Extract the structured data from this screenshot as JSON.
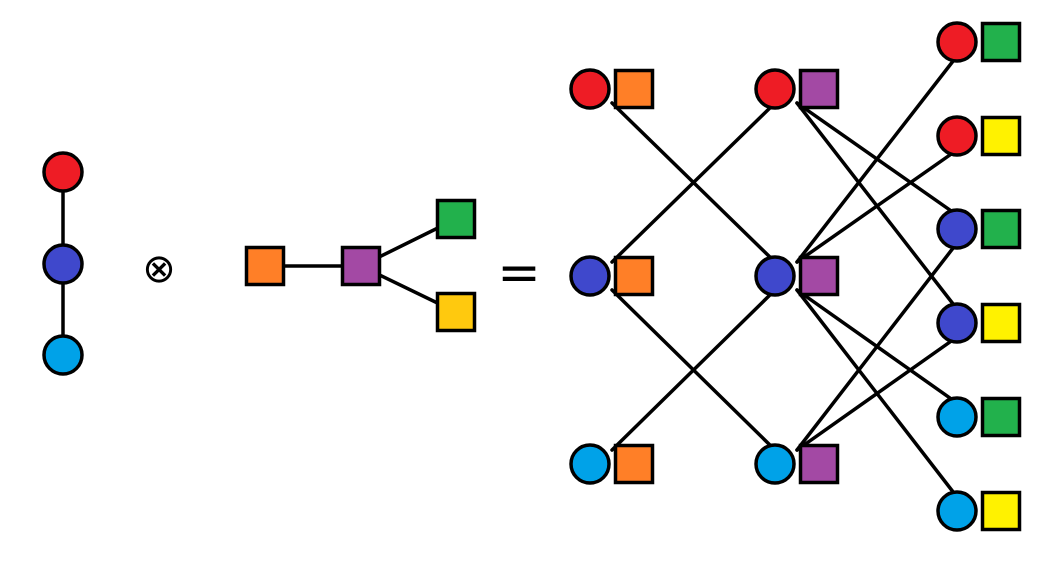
{
  "operator_tensor": "⊗",
  "operator_equals": "=",
  "colors": {
    "red": "#ee1c25",
    "blue": "#3f48cc",
    "cyan": "#00a2e8",
    "orange": "#ff7f27",
    "purple": "#a349a4",
    "green": "#22b14c",
    "gold": "#ffc90e",
    "yellow": "#fff200",
    "edge": "#000000"
  },
  "graph_a": {
    "nodes": [
      {
        "id": "a1",
        "shape": "circle",
        "color": "red"
      },
      {
        "id": "a2",
        "shape": "circle",
        "color": "blue"
      },
      {
        "id": "a3",
        "shape": "circle",
        "color": "cyan"
      }
    ],
    "edges": [
      [
        "a1",
        "a2"
      ],
      [
        "a2",
        "a3"
      ]
    ]
  },
  "graph_b": {
    "nodes": [
      {
        "id": "b1",
        "shape": "square",
        "color": "orange"
      },
      {
        "id": "b2",
        "shape": "square",
        "color": "purple"
      },
      {
        "id": "b3",
        "shape": "square",
        "color": "green"
      },
      {
        "id": "b4",
        "shape": "square",
        "color": "gold"
      }
    ],
    "edges": [
      [
        "b1",
        "b2"
      ],
      [
        "b2",
        "b3"
      ],
      [
        "b2",
        "b4"
      ]
    ]
  },
  "product": {
    "nodes": [
      {
        "id": "p_red_orange",
        "circle": "red",
        "square": "orange"
      },
      {
        "id": "p_blue_orange",
        "circle": "blue",
        "square": "orange"
      },
      {
        "id": "p_cyan_orange",
        "circle": "cyan",
        "square": "orange"
      },
      {
        "id": "p_red_purple",
        "circle": "red",
        "square": "purple"
      },
      {
        "id": "p_blue_purple",
        "circle": "blue",
        "square": "purple"
      },
      {
        "id": "p_cyan_purple",
        "circle": "cyan",
        "square": "purple"
      },
      {
        "id": "p_red_green",
        "circle": "red",
        "square": "green"
      },
      {
        "id": "p_red_yellow",
        "circle": "red",
        "square": "yellow"
      },
      {
        "id": "p_blue_green",
        "circle": "blue",
        "square": "green"
      },
      {
        "id": "p_blue_yellow",
        "circle": "blue",
        "square": "yellow"
      },
      {
        "id": "p_cyan_green",
        "circle": "cyan",
        "square": "green"
      },
      {
        "id": "p_cyan_yellow",
        "circle": "cyan",
        "square": "yellow"
      }
    ],
    "edges": [
      [
        "p_red_orange",
        "p_blue_purple"
      ],
      [
        "p_blue_orange",
        "p_red_purple"
      ],
      [
        "p_blue_orange",
        "p_cyan_purple"
      ],
      [
        "p_cyan_orange",
        "p_blue_purple"
      ],
      [
        "p_red_purple",
        "p_blue_green"
      ],
      [
        "p_red_purple",
        "p_blue_yellow"
      ],
      [
        "p_blue_purple",
        "p_red_green"
      ],
      [
        "p_blue_purple",
        "p_red_yellow"
      ],
      [
        "p_blue_purple",
        "p_cyan_green"
      ],
      [
        "p_blue_purple",
        "p_cyan_yellow"
      ],
      [
        "p_cyan_purple",
        "p_blue_green"
      ],
      [
        "p_cyan_purple",
        "p_blue_yellow"
      ]
    ]
  }
}
